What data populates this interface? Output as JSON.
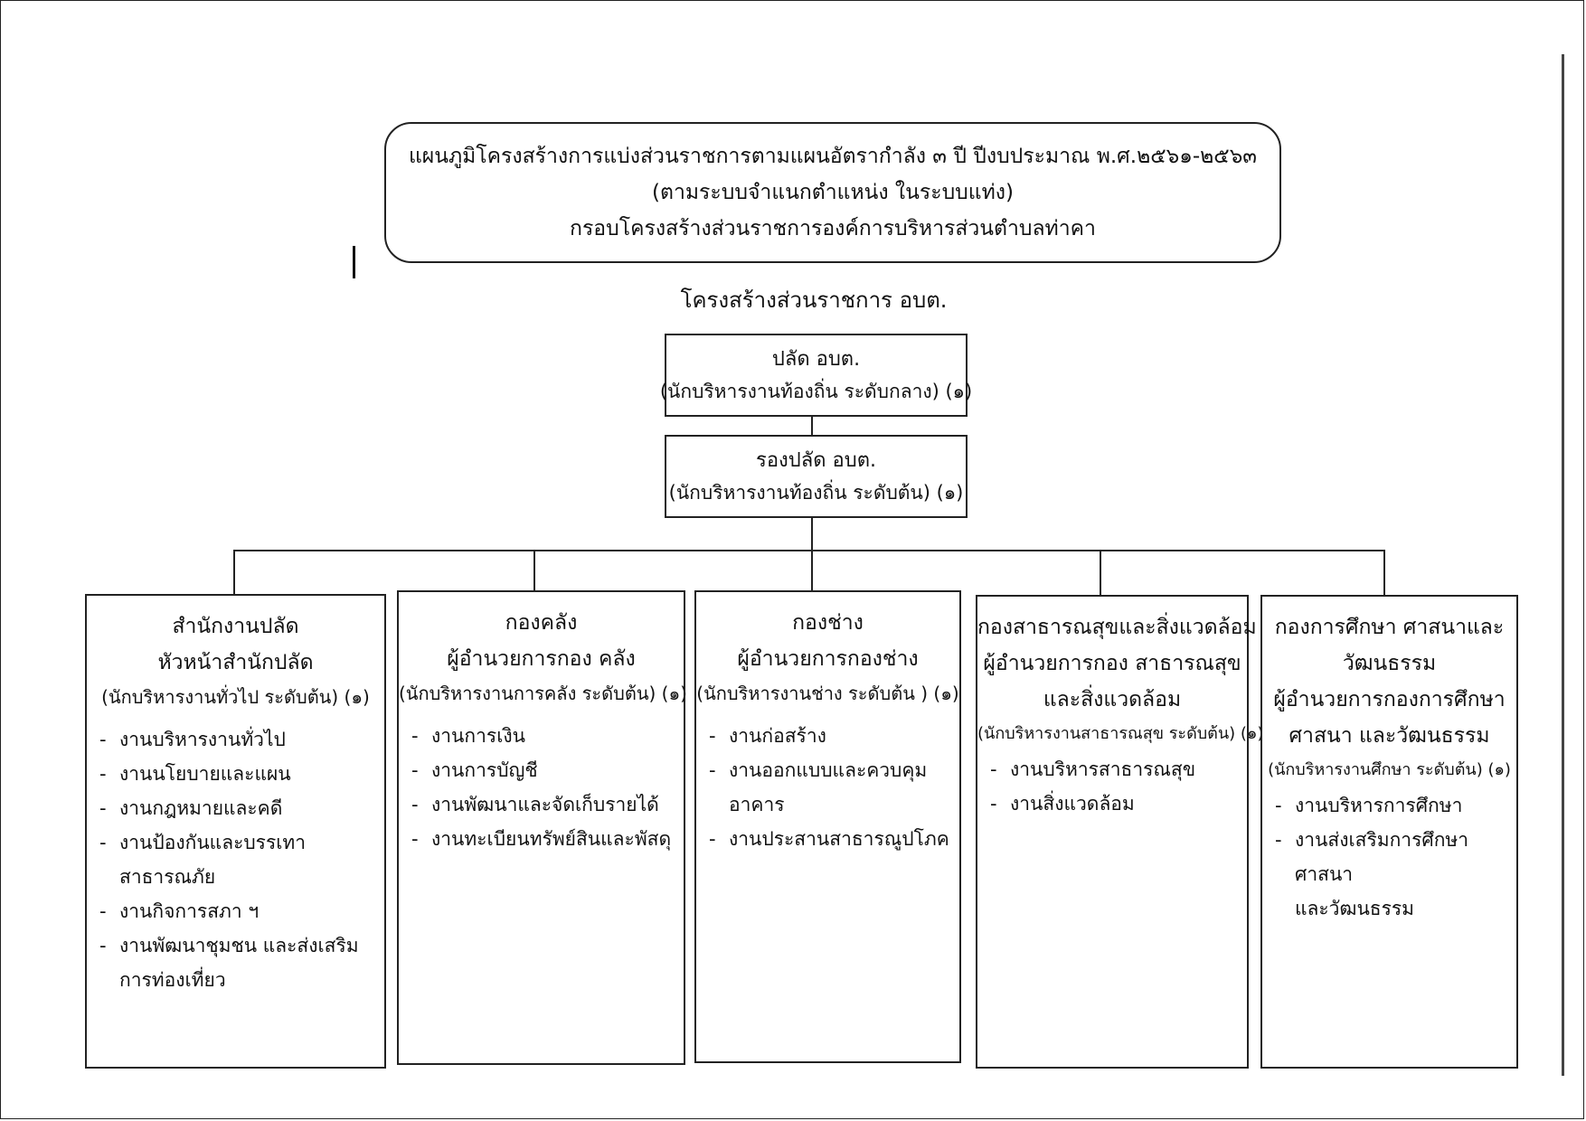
{
  "header": {
    "title_lines": [
      "แผนภูมิโครงสร้างการแบ่งส่วนราชการตามแผนอัตรากำลัง ๓ ปี ปีงบประมาณ พ.ศ.๒๕๖๑-๒๕๖๓",
      "(ตามระบบจำแนกตำแหน่ง ในระบบแท่ง)",
      "กรอบโครงสร้างส่วนราชการองค์การบริหารส่วนตำบลท่าคา"
    ]
  },
  "structure_label": "โครงสร้างส่วนราชการ อบต.",
  "top_nodes": [
    {
      "name": "ปลัด อบต.",
      "rank": "(นักบริหารงานท้องถิ่น ระดับกลาง) (๑)"
    },
    {
      "name": "รองปลัด อบต.",
      "rank": "(นักบริหารงานท้องถิ่น ระดับต้น) (๑)"
    }
  ],
  "departments": [
    {
      "heads": [
        "สำนักงานปลัด",
        "หัวหน้าสำนักปลัด"
      ],
      "rank": "(นักบริหารงานทั่วไป ระดับต้น) (๑)",
      "items": [
        {
          "dash": "-",
          "lines": [
            "งานบริหารงานทั่วไป"
          ]
        },
        {
          "dash": "-",
          "lines": [
            "งานนโยบายและแผน"
          ]
        },
        {
          "dash": "-",
          "lines": [
            "งานกฎหมายและคดี"
          ]
        },
        {
          "dash": "-",
          "lines": [
            "งานป้องกันและบรรเทา",
            "สาธารณภัย"
          ]
        },
        {
          "dash": "-",
          "lines": [
            "งานกิจการสภา ฯ"
          ]
        },
        {
          "dash": "-",
          "lines": [
            "งานพัฒนาชุมชน และส่งเสริม",
            "การท่องเที่ยว"
          ]
        }
      ]
    },
    {
      "heads": [
        "กองคลัง",
        "ผู้อำนวยการกอง คลัง"
      ],
      "rank": "(นักบริหารงานการคลัง ระดับต้น) (๑)",
      "items": [
        {
          "dash": "-",
          "lines": [
            "งานการเงิน"
          ]
        },
        {
          "dash": "-",
          "lines": [
            "งานการบัญชี"
          ]
        },
        {
          "dash": "-",
          "lines": [
            "งานพัฒนาและจัดเก็บรายได้"
          ]
        },
        {
          "dash": "-",
          "lines": [
            "งานทะเบียนทรัพย์สินและพัสดุ"
          ]
        }
      ]
    },
    {
      "heads": [
        "กองช่าง",
        "ผู้อำนวยการกองช่าง"
      ],
      "rank": "(นักบริหารงานช่าง ระดับต้น ) (๑)",
      "items": [
        {
          "dash": "-",
          "lines": [
            "งานก่อสร้าง"
          ]
        },
        {
          "dash": "-",
          "lines": [
            "งานออกแบบและควบคุม",
            "อาคาร"
          ]
        },
        {
          "dash": "-",
          "lines": [
            "งานประสานสาธารณูปโภค"
          ]
        }
      ]
    },
    {
      "heads": [
        "กองสาธารณสุขและสิ่งแวดล้อม",
        "ผู้อำนวยการกอง สาธารณสุข",
        "และสิ่งแวดล้อม"
      ],
      "rank": "(นักบริหารงานสาธารณสุข ระดับต้น) (๑)",
      "items": [
        {
          "dash": "-",
          "lines": [
            "งานบริหารสาธารณสุข"
          ]
        },
        {
          "dash": "-",
          "lines": [
            "งานสิ่งแวดล้อม"
          ]
        }
      ]
    },
    {
      "heads": [
        "กองการศึกษา ศาสนาและ",
        "วัฒนธรรม",
        "ผู้อำนวยการกองการศึกษา",
        "ศาสนา และวัฒนธรรม"
      ],
      "rank": "(นักบริหารงานศึกษา ระดับต้น) (๑)",
      "items": [
        {
          "dash": "-",
          "lines": [
            "งานบริหารการศึกษา"
          ]
        },
        {
          "dash": "-",
          "lines": [
            "งานส่งเสริมการศึกษา ศาสนา",
            "และวัฒนธรรม"
          ]
        }
      ]
    }
  ]
}
